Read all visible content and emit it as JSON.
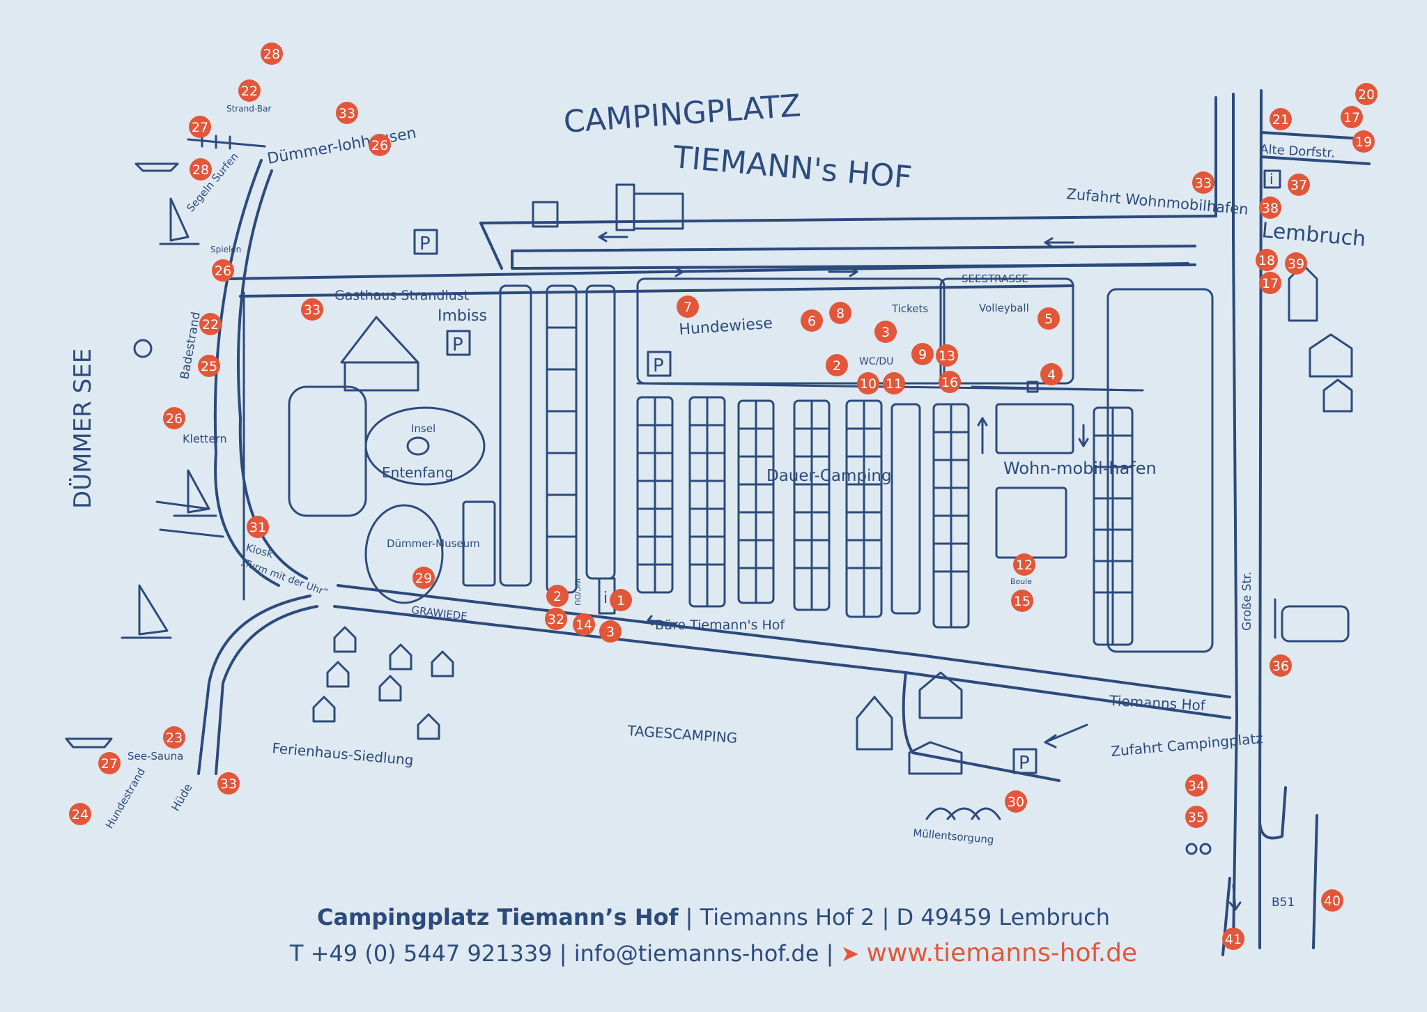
{
  "map": {
    "title_line1": "CAMPINGPLATZ",
    "title_line2": "TIEMANN's HOF",
    "colors": {
      "ink": "#2c4a7c",
      "marker": "#e2573a",
      "background": "#dfe9f1"
    },
    "labels": {
      "duemmer_see": "DÜMMER SEE",
      "duemmerlohhausen": "Dümmer-lohhausen",
      "strandbar": "Strand-Bar",
      "segeln_surfen": "Segeln Surfen",
      "spielen": "Spielen",
      "badestrand": "Badestrand",
      "klettern": "Klettern",
      "kiosk": "Kiosk",
      "turm_mit_der_uhr": "„Turm mit der Uhr“",
      "see_sauna": "See-Sauna",
      "hundestrand": "Hundestrand",
      "huede": "Hüde",
      "gasthaus": "Gasthaus Strandlust",
      "imbiss": "Imbiss",
      "insel": "Insel",
      "entenfang": "Entenfang",
      "museum": "Dümmer-Museum",
      "grawiede": "GRAWIEDE",
      "hundewiese": "Hundewiese",
      "tickets": "Tickets",
      "volleyball": "Volleyball",
      "wcdu": "WC/DU",
      "wcdu_small": "WC/DU",
      "dauercamping": "Dauer-Camping",
      "wohnmobilhafen": "Wohn-mobil-hafen",
      "boule": "Boule",
      "seestrasse": "SEESTRASSE",
      "zufahrt_wohnmobil": "Zufahrt Wohnmobilhafen",
      "buero": "Büro Tiemann's Hof",
      "tagescamping": "TAGESCAMPING",
      "ferienhaus": "Ferienhaus-Siedlung",
      "muellentsorgung": "Müllentsorgung",
      "tiemanns_hof": "Tiemanns Hof",
      "zufahrt_camping": "Zufahrt Campingplatz",
      "alte_dorfstr": "Alte Dorfstr.",
      "lembruch": "Lembruch",
      "grosse_str": "Große Str.",
      "b51": "B51",
      "parking": "P",
      "info": "i"
    },
    "markers": [
      "28",
      "22",
      "33",
      "27",
      "26",
      "28",
      "26",
      "22",
      "25",
      "26",
      "31",
      "29",
      "23",
      "27",
      "24",
      "33",
      "33",
      "7",
      "8",
      "6",
      "3",
      "9",
      "13",
      "5",
      "2",
      "10",
      "11",
      "16",
      "4",
      "12",
      "15",
      "2",
      "1",
      "32",
      "14",
      "3",
      "30",
      "33",
      "21",
      "20",
      "17",
      "19",
      "37",
      "38",
      "18",
      "39",
      "17",
      "36",
      "34",
      "35",
      "40",
      "41"
    ]
  },
  "footer": {
    "name": "Campingplatz Tiemann’s Hof",
    "address": "Tiemanns Hof 2",
    "postal": "D 49459 Lembruch",
    "phone": "T +49 (0) 5447 921339",
    "email": "info@tiemanns-hof.de",
    "web": "www.tiemanns-hof.de",
    "separator": "|"
  }
}
